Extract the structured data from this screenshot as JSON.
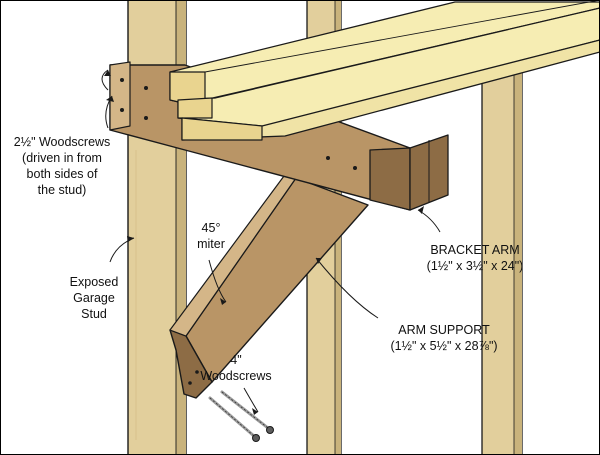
{
  "colors": {
    "stud": "#e2cf9c",
    "stud_shade": "#c9b37c",
    "stud_light": "#f0e3bd",
    "bracket": "#b99566",
    "bracket_dark": "#8d6c45",
    "bracket_light": "#d4b688",
    "plank": "#f6edb3",
    "plank_end": "#e9d48f",
    "outline": "#1a1a1a",
    "screw": "#9a9a9a",
    "screw_head": "#5d5d5d",
    "border": "#000000"
  },
  "labels": {
    "woodscrews_side": {
      "line1": "2½\" Woodscrews",
      "line2": "(driven in from",
      "line3": "both sides of",
      "line4": "the stud)"
    },
    "miter": {
      "line1": "45°",
      "line2": "miter"
    },
    "stud": {
      "line1": "Exposed",
      "line2": "Garage",
      "line3": "Stud"
    },
    "bracket_arm": {
      "line1": "BRACKET ARM",
      "line2": "(1½\" x 3½\" x 24\")"
    },
    "arm_support": {
      "line1": "ARM SUPPORT",
      "line2": "(1½\" x 5½\" x 28⅞\")"
    },
    "woodscrews_4in": {
      "line1": "4\"",
      "line2": "Woodscrews"
    }
  }
}
